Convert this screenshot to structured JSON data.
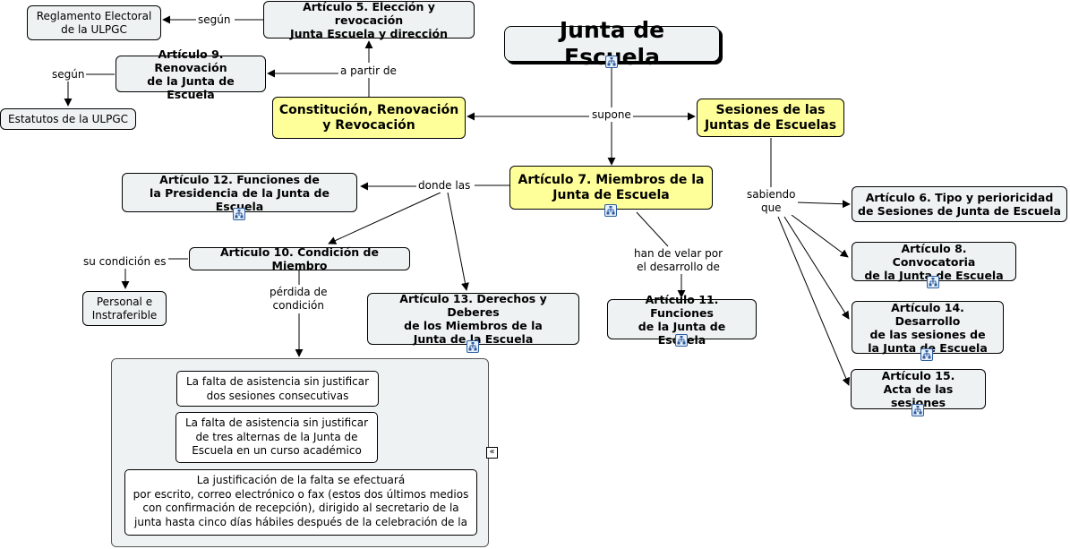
{
  "title": "Junta de Escuela",
  "nodes": {
    "reglamento": "Reglamento Electoral\nde la ULPGC",
    "art5": "Artículo 5. Elección y revocación\nJunta Escuela y dirección",
    "art9": "Artículo 9. Renovación\nde la Junta de Escuela",
    "estatutos": "Estatutos de la ULPGC",
    "constitucion": "Constitución, Renovación\ny Revocación",
    "sesiones": "Sesiones de las\nJuntas de Escuelas",
    "art7": "Artículo 7. Miembros de la\nJunta de Escuela",
    "art12": "Artículo 12. Funciones de\nla Presidencia de la Junta de Escuela",
    "art10": "Artículo 10. Condición de Miembro",
    "personal": "Personal e\nInstraferible",
    "art13": "Artículo 13. Derechos y Deberes\nde los Miembros de la\nJunta de la Escuela",
    "art11": "Artículo 11. Funciones\nde la Junta de Escuela",
    "art6": "Artículo 6. Tipo y perioricidad\nde  Sesiones de  Junta de Escuela",
    "art8": "Artículo 8. Convocatoria\nde la Junta de Escuela",
    "art14": "Artículo 14. Desarrollo\nde las sesiones de\nla Junta de Escuela",
    "art15": "Artículo 15.\nActa de las sesiones"
  },
  "links": {
    "segun1": "según",
    "segun2": "según",
    "apartir": "a partir de",
    "supone": "supone",
    "dondelas": "donde las",
    "sucondicion": "su condición es",
    "perdida": "pérdida de\ncondición",
    "velar": "han de velar por\nel desarrollo de",
    "sabiendo": "sabiendo\nque"
  },
  "group": {
    "items": [
      "La falta de asistencia sin justificar\ndos sesiones consecutivas",
      "La falta de asistencia sin justificar\nde tres alternas de la Junta de\nEscuela en un curso académico",
      "La justificación de la falta se efectuará\npor escrito, correo electrónico o fax (estos dos últimos medios\ncon confirmación de recepción), dirigido al secretario de la\njunta hasta cinco días hábiles después de la celebración de la"
    ],
    "collapse_icon": "«"
  },
  "icons": {
    "resource": "resource-icon",
    "collapse": "collapse-icon"
  },
  "colors": {
    "concept": "#eef2f2",
    "highlight": "#ffff99",
    "icon": "#2b5c9e"
  }
}
